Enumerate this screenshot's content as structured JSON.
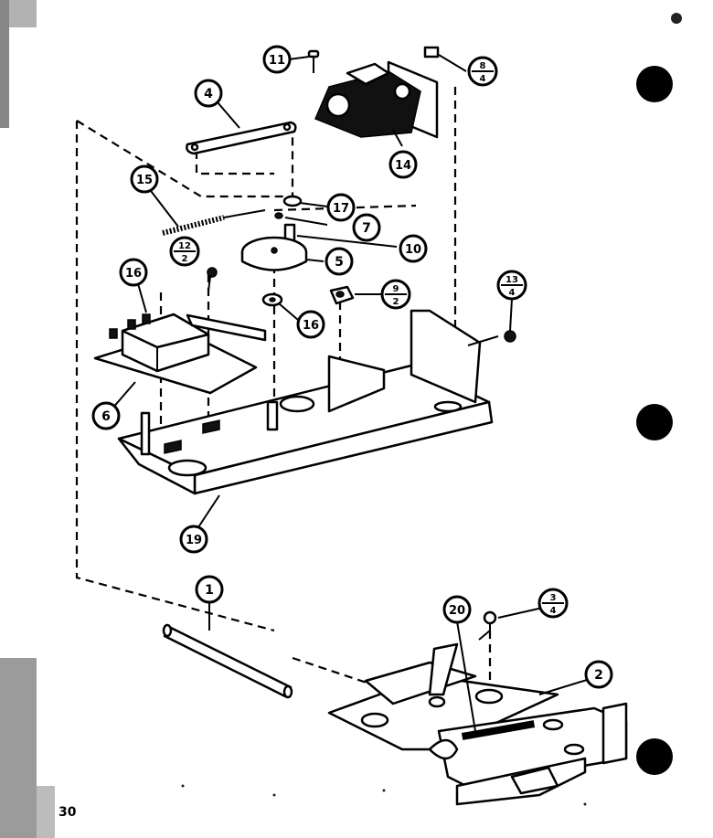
{
  "callouts": [
    {
      "id": "c11",
      "text": "11"
    },
    {
      "id": "c4",
      "text": "4"
    },
    {
      "id": "c14",
      "text": "14"
    },
    {
      "id": "c15",
      "text": "15"
    },
    {
      "id": "c17",
      "text": "17"
    },
    {
      "id": "c7",
      "text": "7"
    },
    {
      "id": "c10",
      "text": "10"
    },
    {
      "id": "c5",
      "text": "5"
    },
    {
      "id": "c16a",
      "text": "16"
    },
    {
      "id": "c16b",
      "text": "16"
    },
    {
      "id": "c6",
      "text": "6"
    },
    {
      "id": "c19",
      "text": "19"
    },
    {
      "id": "c1",
      "text": "1"
    },
    {
      "id": "c20",
      "text": "20"
    },
    {
      "id": "c2",
      "text": "2"
    }
  ],
  "fraction_callouts": [
    {
      "id": "f8_4",
      "top": "8",
      "bottom": "4"
    },
    {
      "id": "f12_2",
      "top": "12",
      "bottom": "2"
    },
    {
      "id": "f9_2",
      "top": "9",
      "bottom": "2"
    },
    {
      "id": "f13_4",
      "top": "13",
      "bottom": "4"
    },
    {
      "id": "f3_4",
      "top": "3",
      "bottom": "4"
    }
  ],
  "page_number": "30",
  "colors": {
    "ink": "#000000",
    "paper": "#ffffff"
  }
}
